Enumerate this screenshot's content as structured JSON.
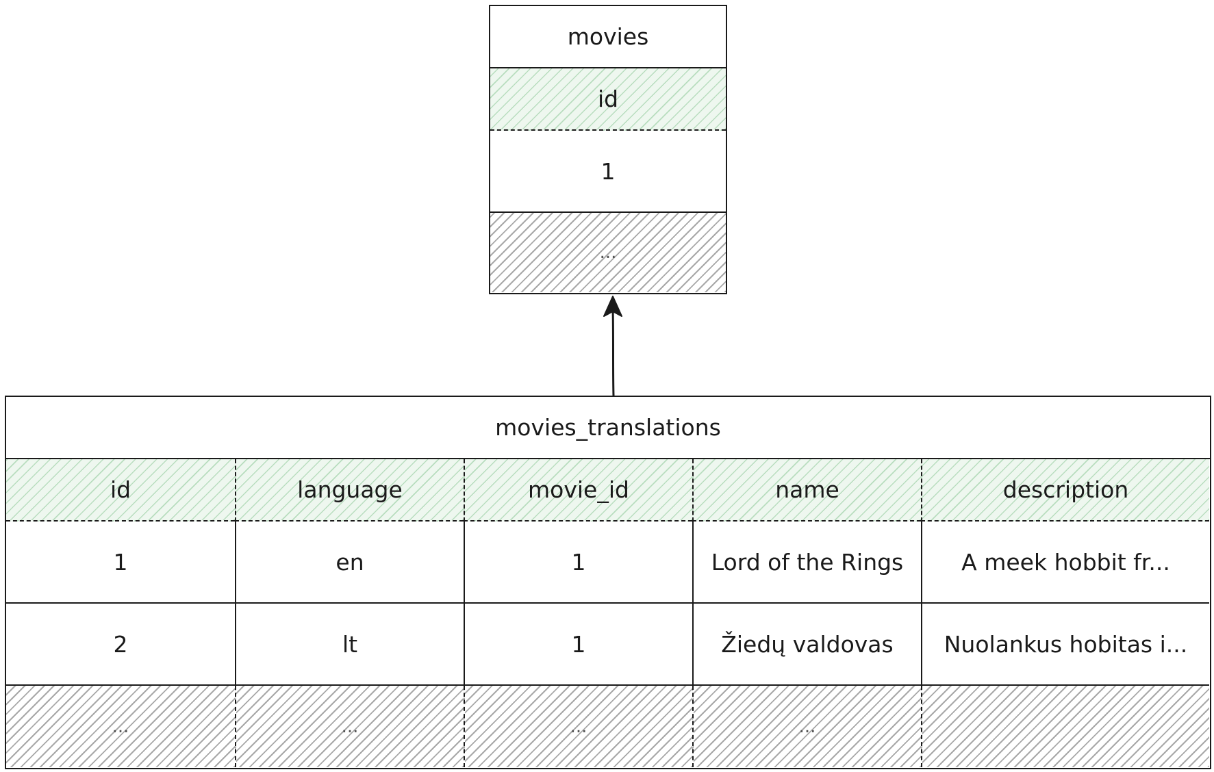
{
  "movies": {
    "title": "movies",
    "key_column": "id",
    "rows": [
      "1"
    ],
    "ellipsis": "..."
  },
  "translations": {
    "title": "movies_translations",
    "columns": [
      "id",
      "language",
      "movie_id",
      "name",
      "description"
    ],
    "rows": [
      [
        "1",
        "en",
        "1",
        "Lord of the Rings",
        "A meek hobbit fr..."
      ],
      [
        "2",
        "lt",
        "1",
        "Žiedų valdovas",
        "Nuolankus hobitas i..."
      ]
    ],
    "ellipsis": [
      "...",
      "...",
      "...",
      "...",
      ""
    ]
  },
  "colors": {
    "stroke": "#1a1a1a",
    "key_fill": "#eef7ef",
    "key_hatch": "#8cc896",
    "ellipsis_hatch": "#a8a8a8"
  }
}
